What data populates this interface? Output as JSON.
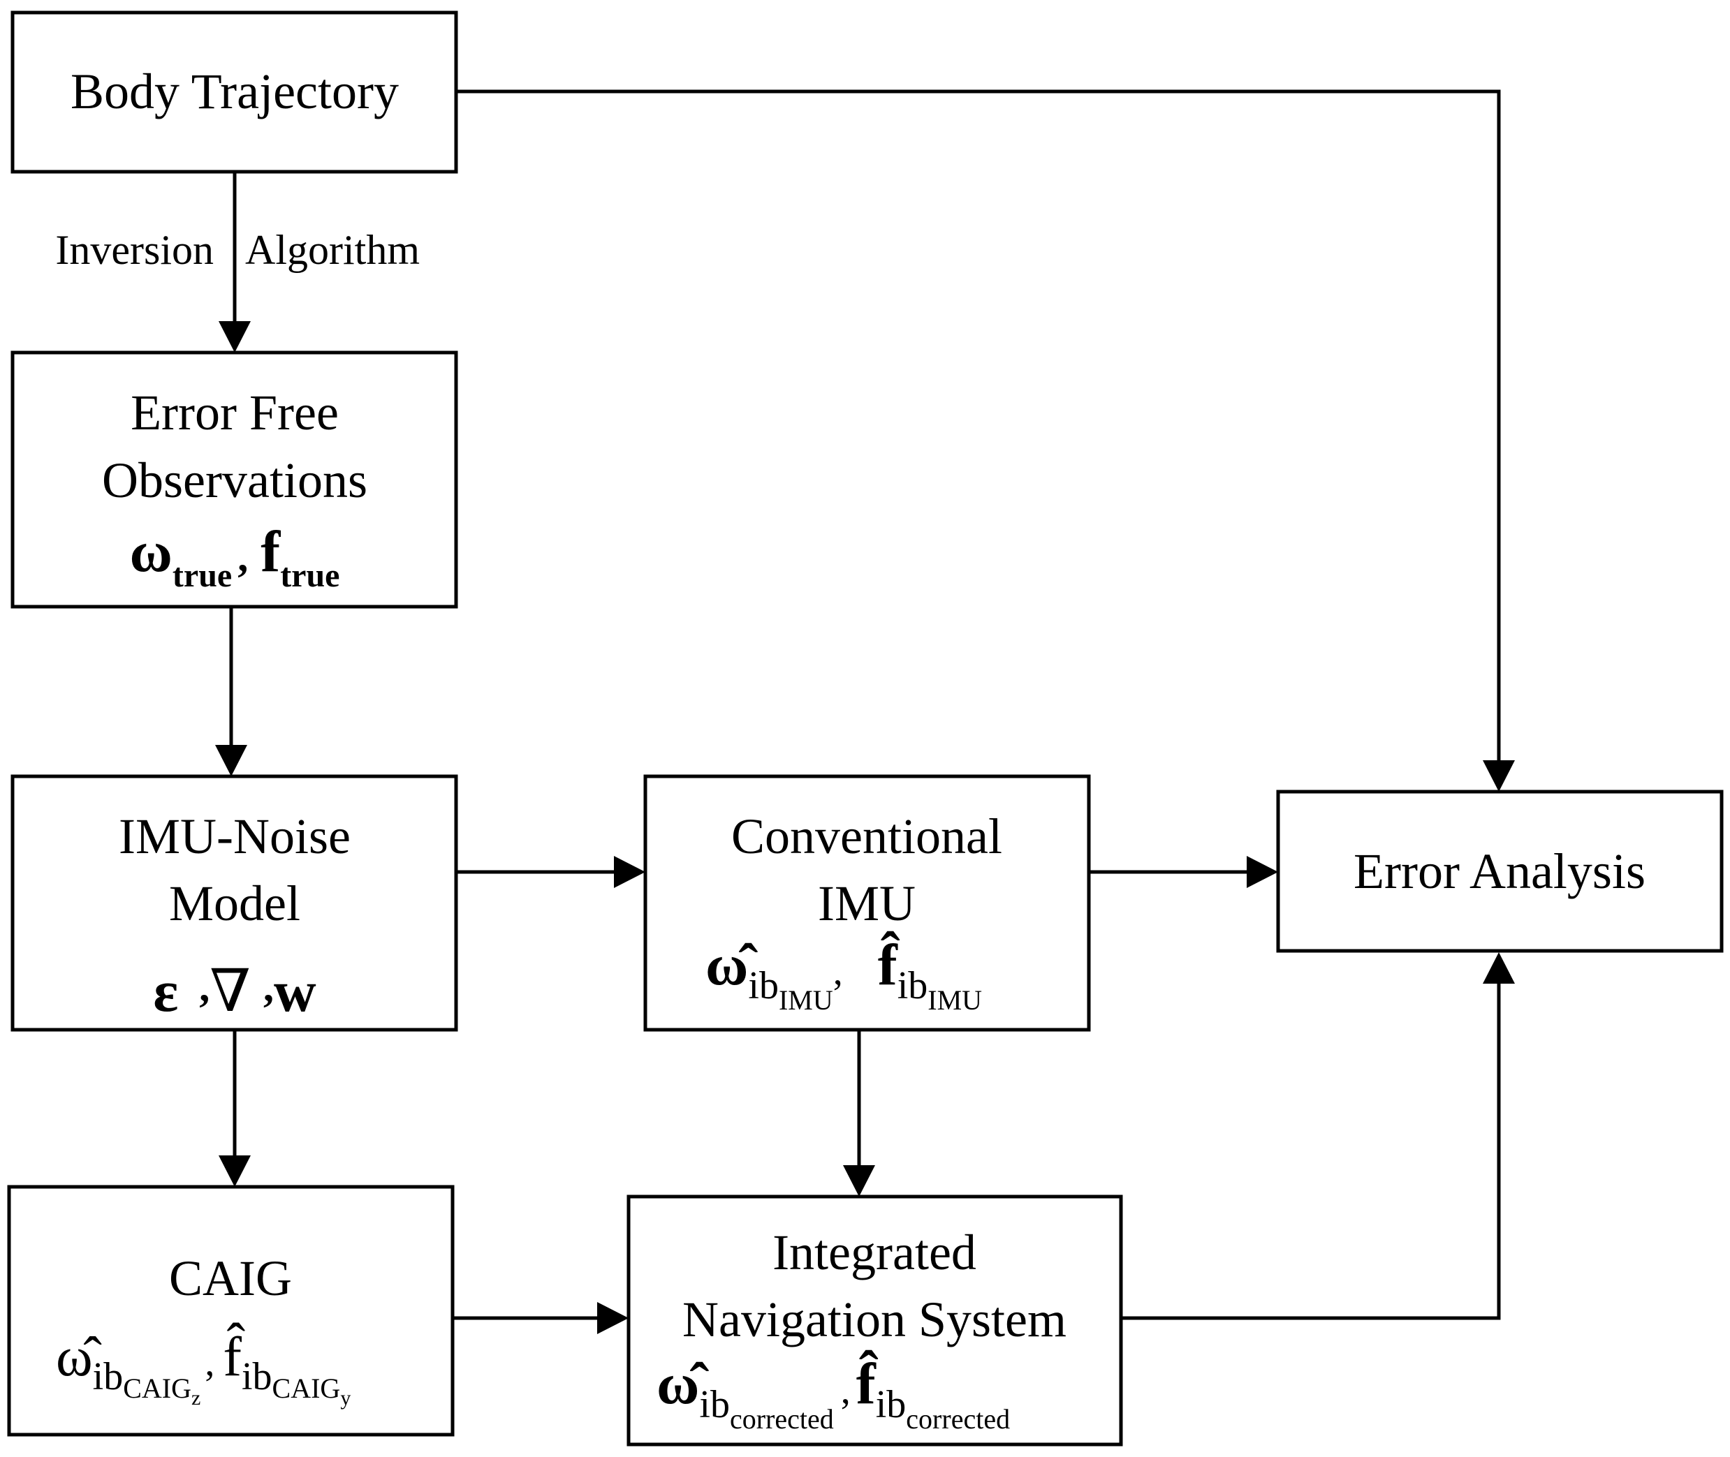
{
  "nodes": {
    "body_trajectory": {
      "label": "Body Trajectory"
    },
    "error_free": {
      "line1": "Error Free",
      "line2": "Observations",
      "omega": "ω",
      "omega_sub": "true",
      "sep": ",",
      "f": "f",
      "f_sub": "true"
    },
    "imu_noise": {
      "line1": "IMU-Noise",
      "line2": "Model",
      "eps": "ε",
      "sep1": ",",
      "nabla": "∇",
      "sep2": ",",
      "w": "w"
    },
    "conventional_imu": {
      "line1": "Conventional",
      "line2": "IMU",
      "omega": "ω̂",
      "omega_sub": "ib",
      "omega_subsub": "IMU",
      "sep": ",",
      "f": "f̂",
      "f_sub": "ib",
      "f_subsub": "IMU"
    },
    "error_analysis": {
      "label": "Error Analysis"
    },
    "caig": {
      "line1": "CAIG",
      "omega": "ω̂",
      "omega_sub": "ib",
      "omega_subsub": "CAIG",
      "omega_subsubsub": "z",
      "sep": ",",
      "f": "f̂",
      "f_sub": "ib",
      "f_subsub": "CAIG",
      "f_subsubsub": "y"
    },
    "integrated_nav": {
      "line1": "Integrated",
      "line2": "Navigation System",
      "omega": "ω̂",
      "omega_sub": "ib",
      "omega_subsub": "corrected",
      "sep": ",",
      "f": "f̂",
      "f_sub": "ib",
      "f_subsub": "corrected"
    }
  },
  "edges": {
    "inversion_left": "Inversion",
    "inversion_right": "Algorithm"
  }
}
